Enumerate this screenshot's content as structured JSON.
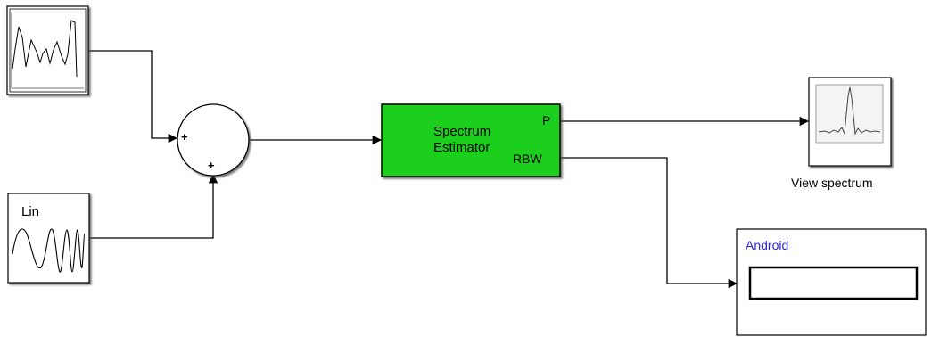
{
  "blocks": {
    "signal_source": {
      "kind": "random-signal-source"
    },
    "chirp_source": {
      "label": "Lin"
    },
    "sum": {
      "input_sign_1": "+",
      "input_sign_2": "+"
    },
    "spectrum_estimator": {
      "title_line_1": "Spectrum",
      "title_line_2": "Estimator",
      "port_out_1": "P",
      "port_out_2": "RBW",
      "fill_color": "#1fcf1f"
    },
    "spectrum_scope": {
      "caption": "View spectrum"
    },
    "android_display": {
      "title": "Android",
      "title_color": "#2a2ad6"
    }
  },
  "colors": {
    "line": "#000000",
    "block_border": "#000000",
    "block_shadow": "#555555"
  }
}
